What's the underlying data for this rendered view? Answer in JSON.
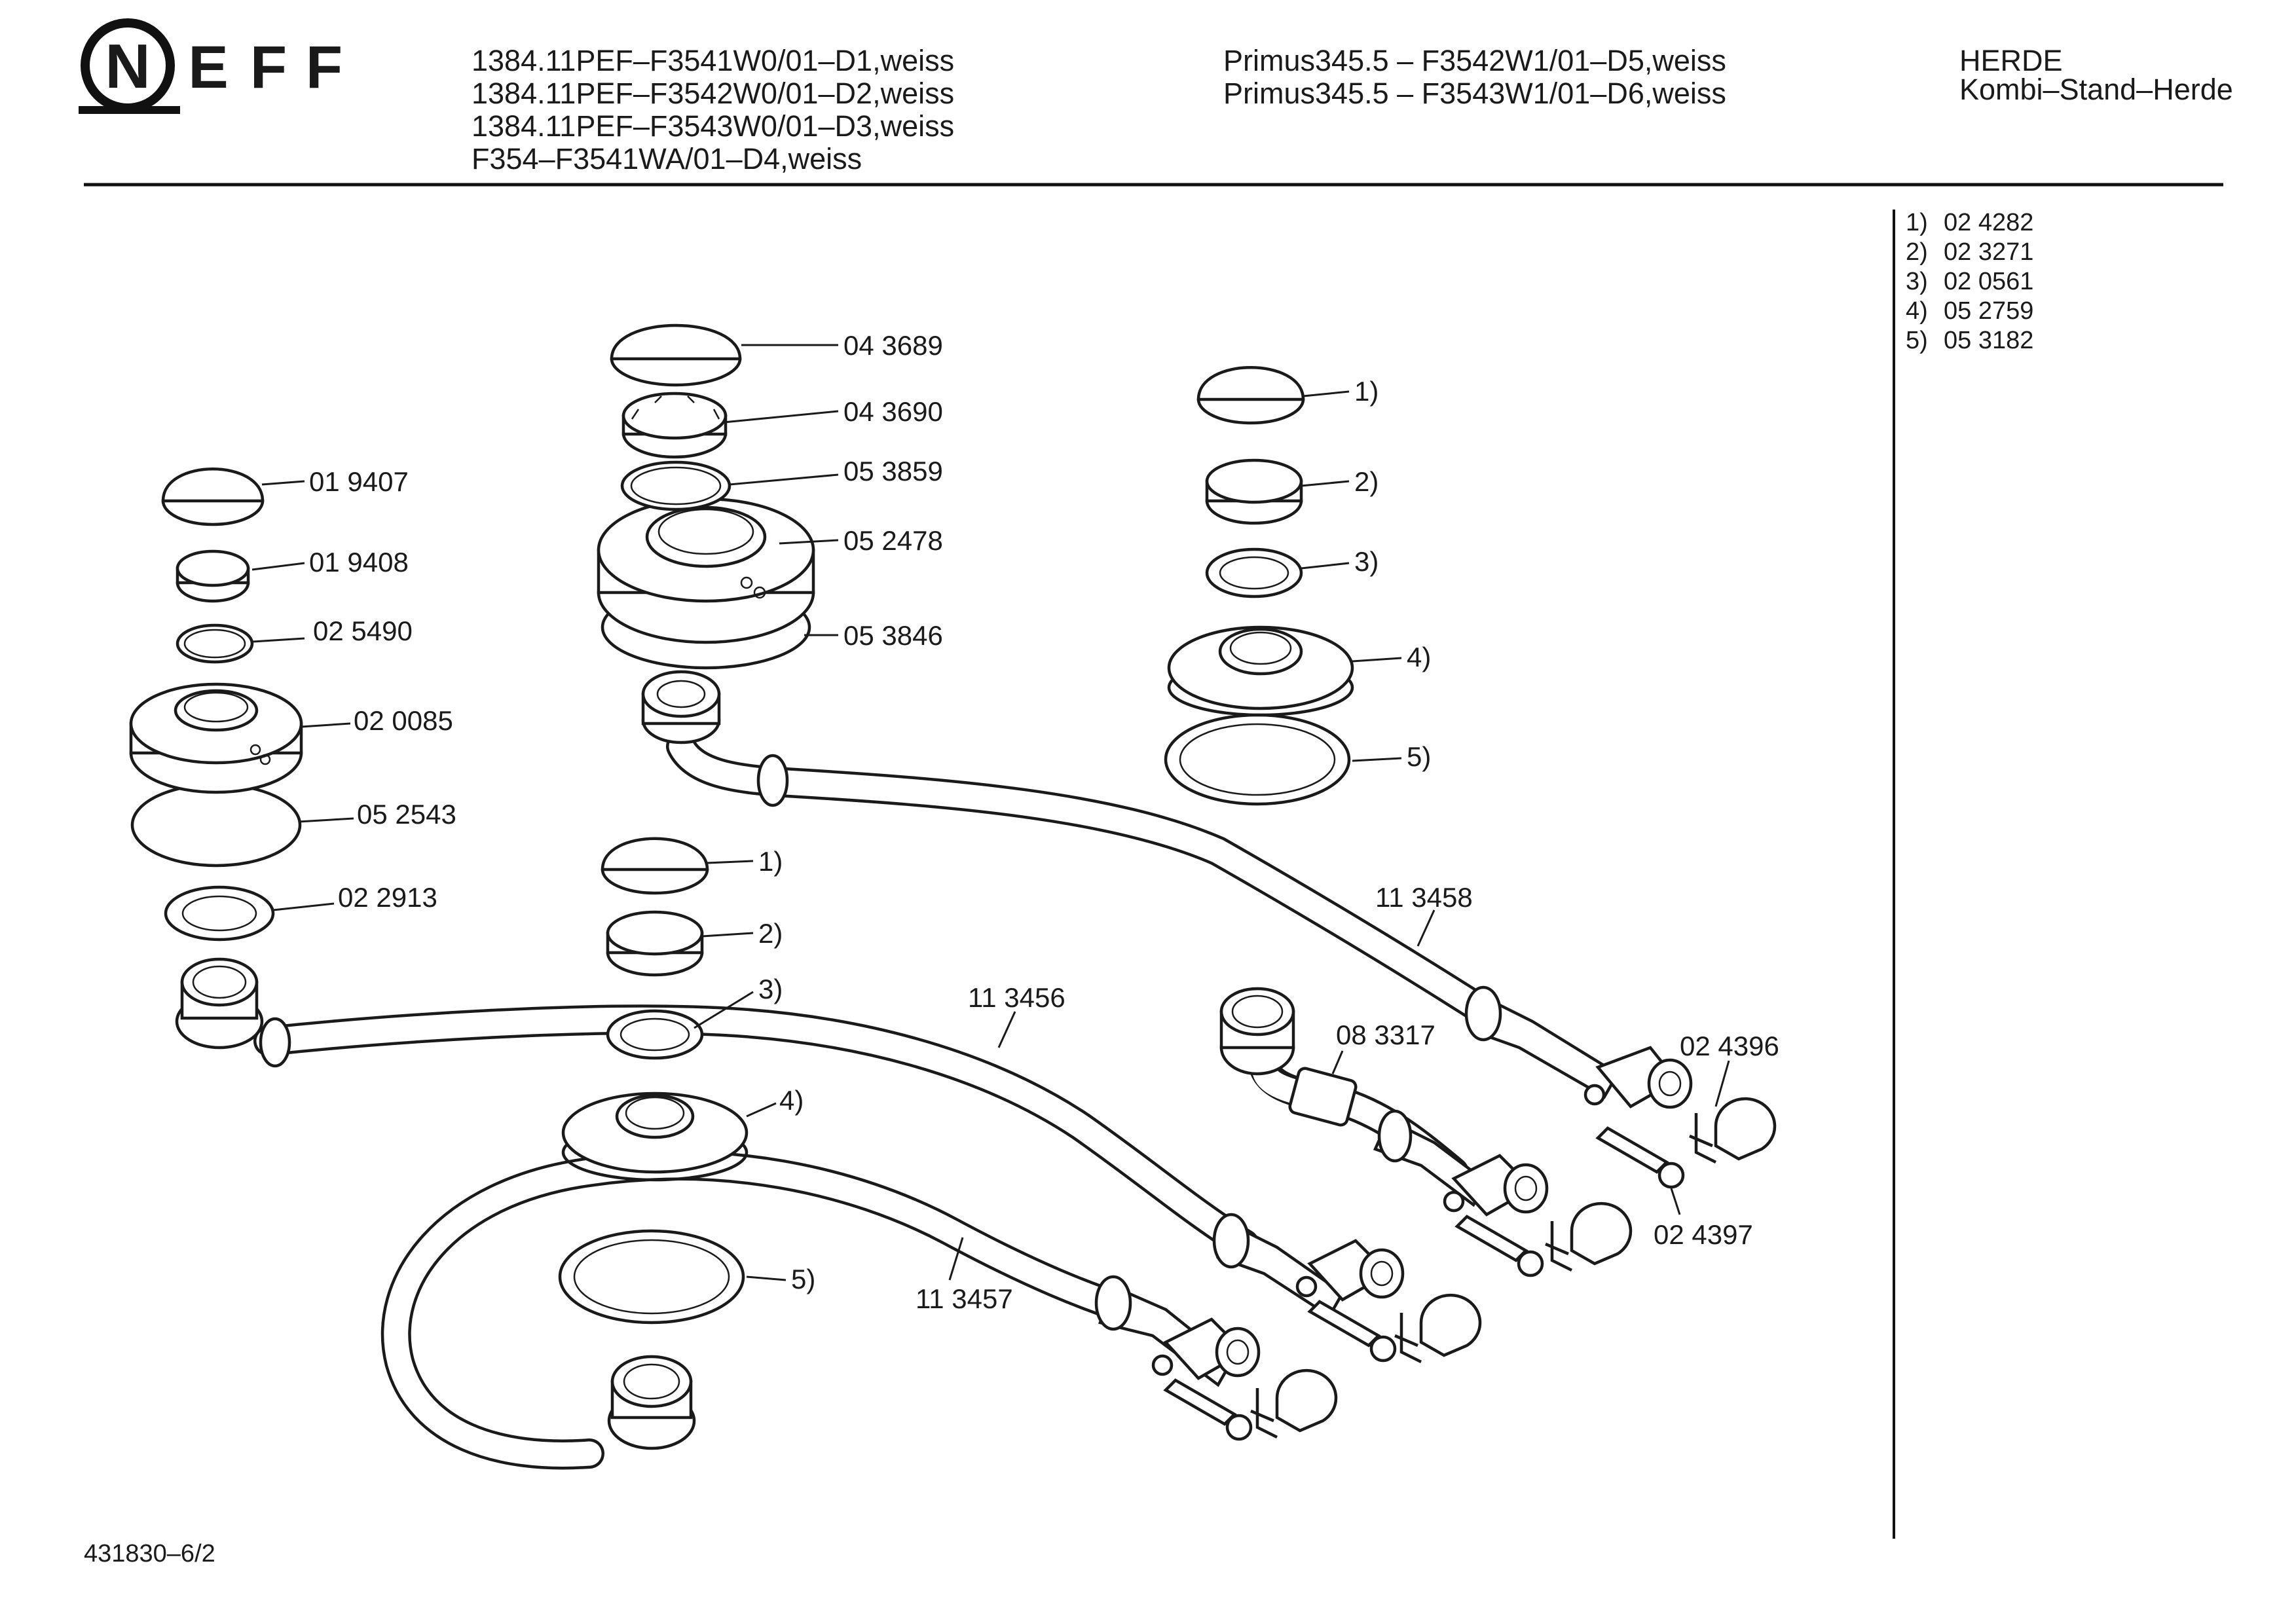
{
  "header": {
    "brand": "NEFF",
    "brand_letters": [
      "N",
      "E",
      "F",
      "F"
    ],
    "models_left": [
      "1384.11PEF–F3541W0/01–D1,weiss",
      "1384.11PEF–F3542W0/01–D2,weiss",
      "1384.11PEF–F3543W0/01–D3,weiss",
      "F354–F3541WA/01–D4,weiss"
    ],
    "models_right": [
      "Primus345.5 – F3542W1/01–D5,weiss",
      "Primus345.5 – F3543W1/01–D6,weiss"
    ],
    "category": "HERDE",
    "subcategory": "Kombi–Stand–Herde"
  },
  "references": [
    {
      "key": "1)",
      "value": "02 4282"
    },
    {
      "key": "2)",
      "value": "02 3271"
    },
    {
      "key": "3)",
      "value": "02 0561"
    },
    {
      "key": "4)",
      "value": "05 2759"
    },
    {
      "key": "5)",
      "value": "05 3182"
    }
  ],
  "labels": {
    "l1": "04 3689",
    "l2": "04 3690",
    "l3": "05 3859",
    "l4": "05 2478",
    "l5": "05 3846",
    "l6": "01 9407",
    "l7": "01 9408",
    "l8": "02 5490",
    "l9": "02 0085",
    "l10": "05 2543",
    "l11": "02 2913",
    "r1": "1)",
    "r2": "2)",
    "r3": "3)",
    "r4": "4)",
    "r5": "5)",
    "m1": "1)",
    "m2": "2)",
    "m3": "3)",
    "m4": "4)",
    "m5": "5)",
    "h1": "11 3458",
    "h2": "11 3456",
    "h3": "11 3457",
    "t1": "08 3317",
    "t2": "02 4396",
    "t3": "02 4397"
  },
  "footer": {
    "code": "431830–6/2"
  }
}
